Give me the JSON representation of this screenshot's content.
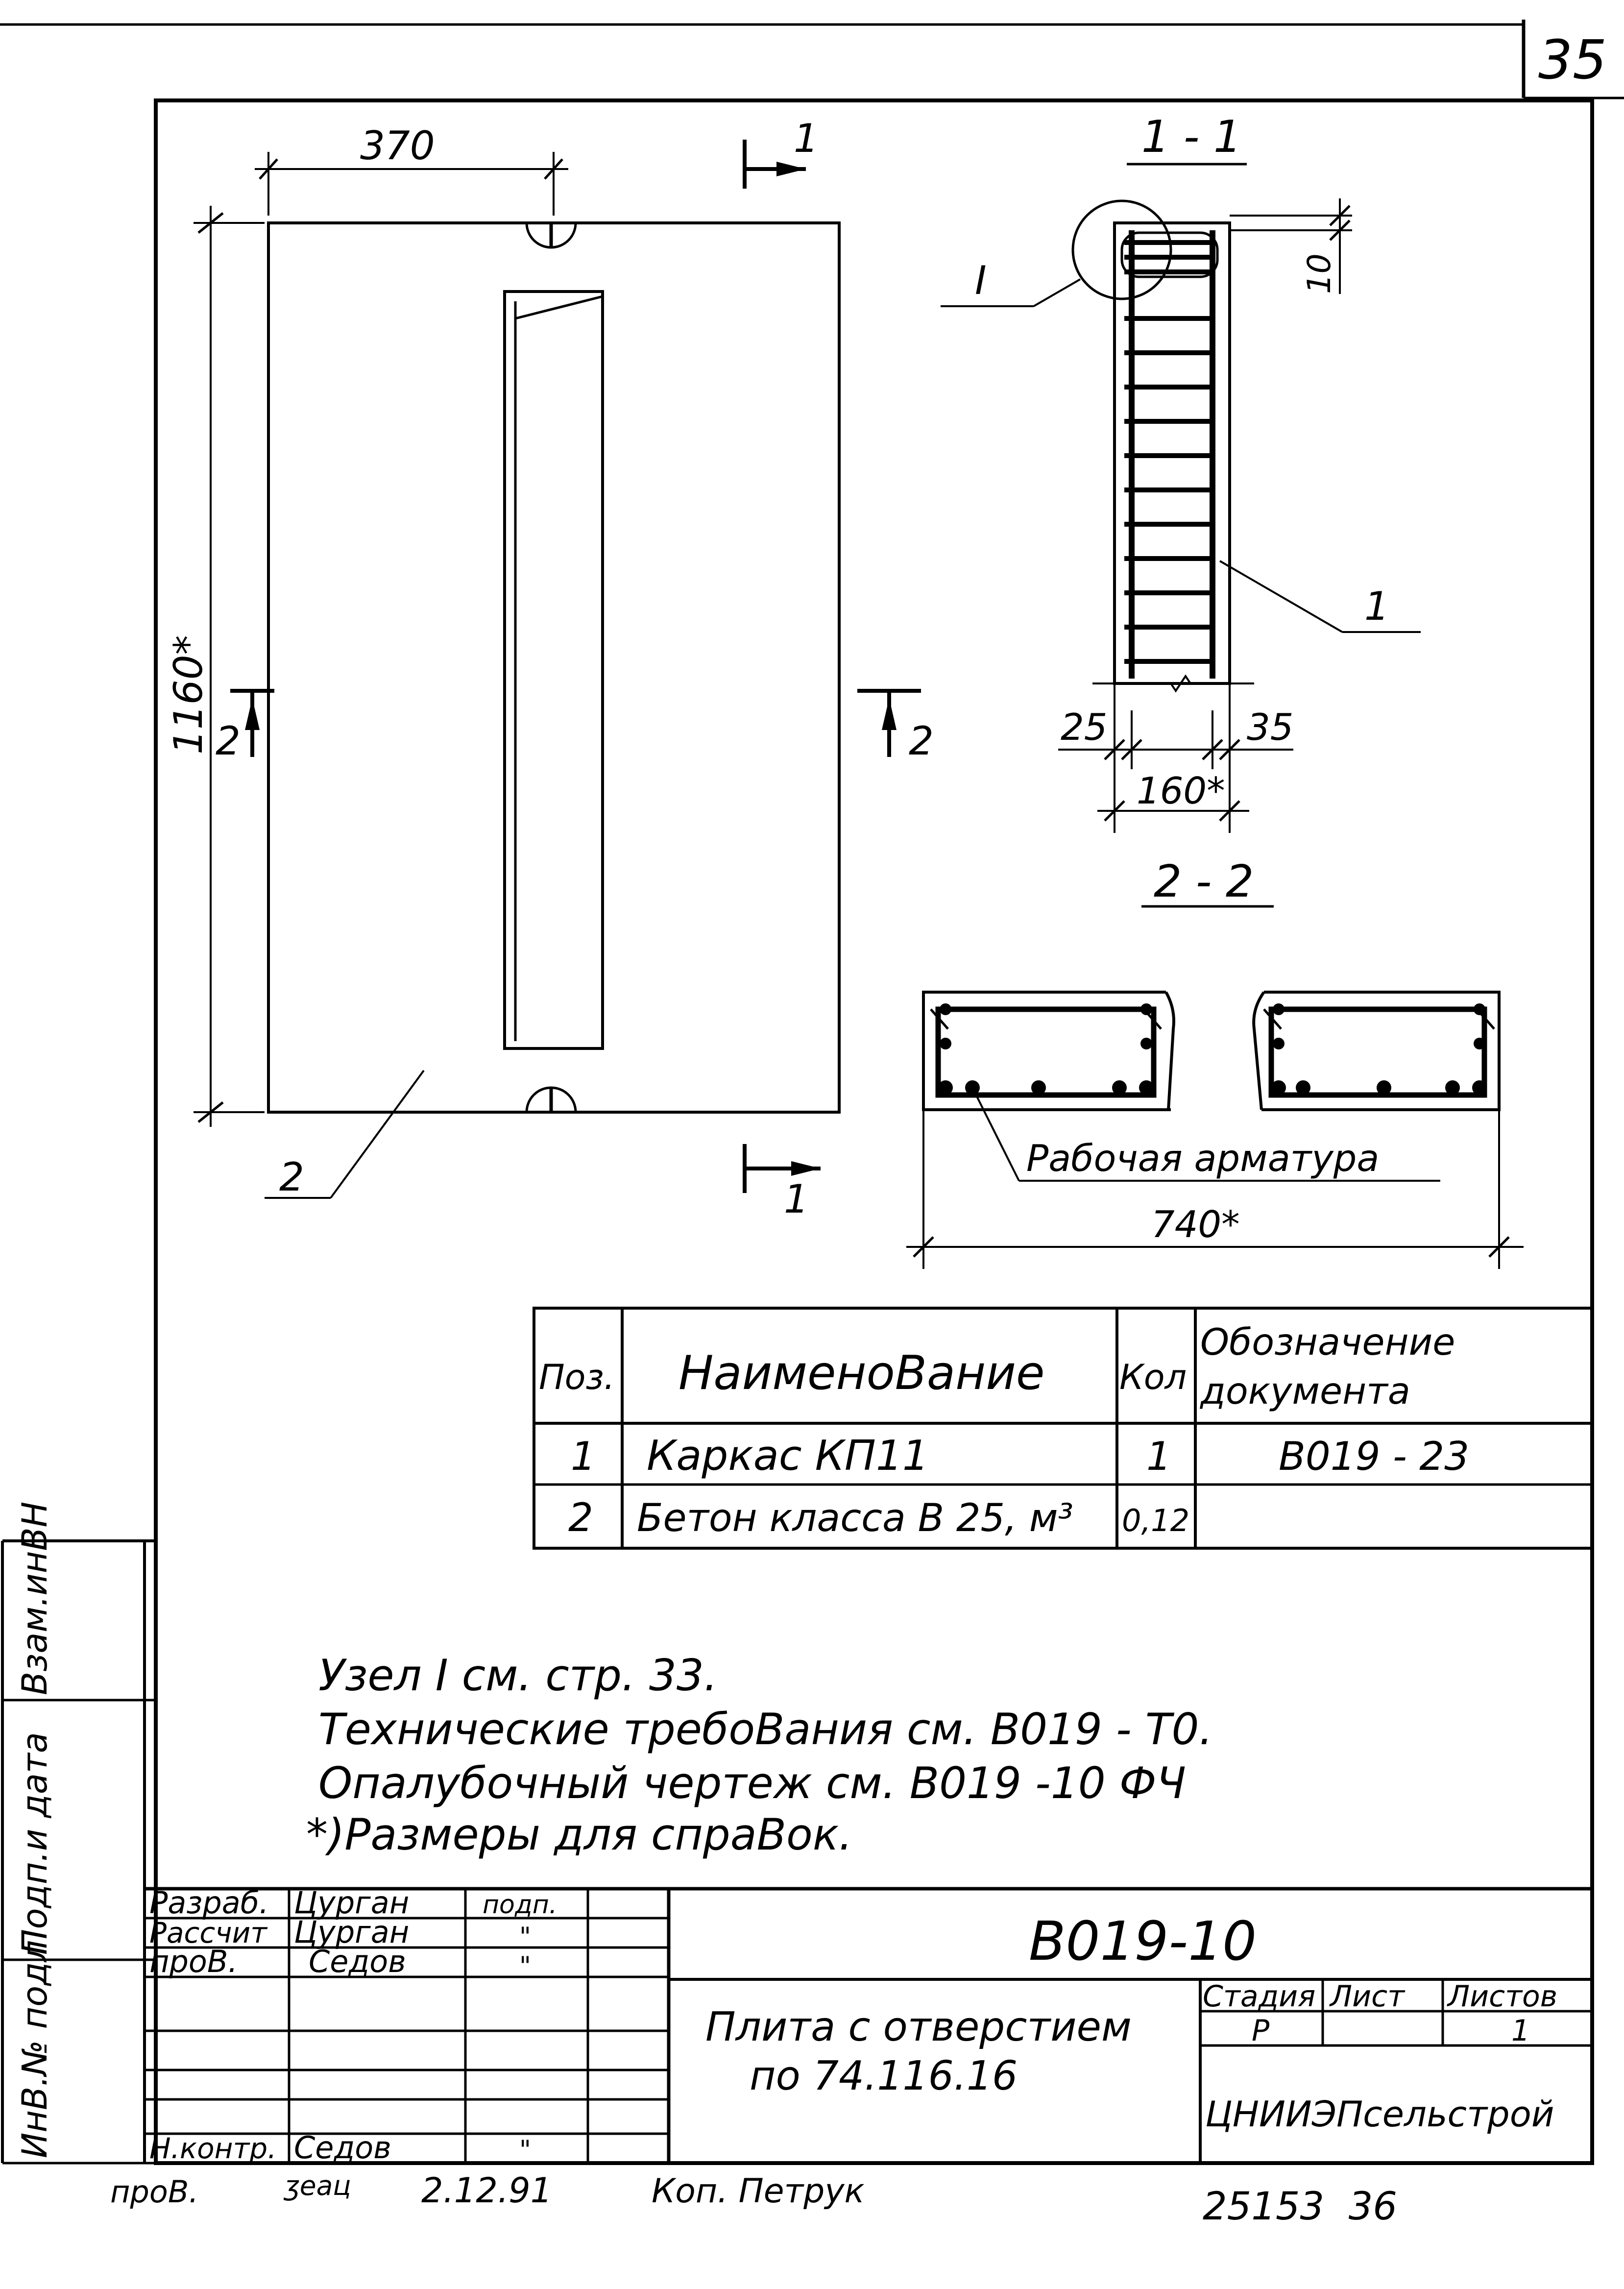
{
  "sheet": {
    "page_number": "35",
    "document_code": "B019-10",
    "title_line1": "Плита с отверстием",
    "title_line2": "по 74.116.16",
    "organization": "ЦНИИЭПсельстрой",
    "stage_header": "Стадия",
    "sheet_header": "Лист",
    "sheets_header": "Листов",
    "stage_value": "Р",
    "sheets_value": "1",
    "footer_left": "проВ.",
    "footer_signature": "ʒeaц",
    "footer_date": "2.12.91",
    "footer_copy": "Коп. Петрук",
    "footer_right": "25153  36"
  },
  "side_stamp": {
    "vzam_inv": "Взам.инВН",
    "podp_data": "Подп.и дата",
    "inv_podl": "ИнВ.№ подл"
  },
  "drawing": {
    "plan": {
      "dim_width": "370",
      "dim_height": "1160*",
      "section_1": "1",
      "section_2": "2",
      "callout": "2"
    },
    "section_1_1": {
      "title": "1 - 1",
      "node_label": "I",
      "dim_top": "10",
      "dim_left": "25",
      "dim_right": "35",
      "dim_width": "160*",
      "callout": "1"
    },
    "section_2_2": {
      "title": "2 - 2",
      "rebar_label": "Рабочая арматура",
      "dim_width": "740*"
    }
  },
  "spec_table": {
    "headers": {
      "pos": "Поз.",
      "name": "НаименоВание",
      "qty": "Кол",
      "doc_line1": "Обозначение",
      "doc_line2": "документа"
    },
    "rows": [
      {
        "pos": "1",
        "name": "Каркас  КП11",
        "qty": "1",
        "doc": "В019 - 23"
      },
      {
        "pos": "2",
        "name": "Бетон класса В 25, м³",
        "qty": "0,12",
        "doc": ""
      }
    ]
  },
  "notes": [
    "Узел I см. стр. 33.",
    "Технические требоВания  см. В019 - Т0.",
    "Опалубочный чертеж   см. В019 -10 ФЧ",
    "*)Размеры для спраВок."
  ],
  "signatures": {
    "header_sign": "подп.",
    "rows": [
      {
        "role": "Разраб.",
        "name": "Цурган",
        "sign": ""
      },
      {
        "role": "Рассчит",
        "name": "Цурган",
        "sign": "\""
      },
      {
        "role": "проВ.",
        "name": "Седов",
        "sign": "\""
      },
      {
        "role": "Н.контр.",
        "name": "Седов",
        "sign": "\""
      }
    ]
  }
}
